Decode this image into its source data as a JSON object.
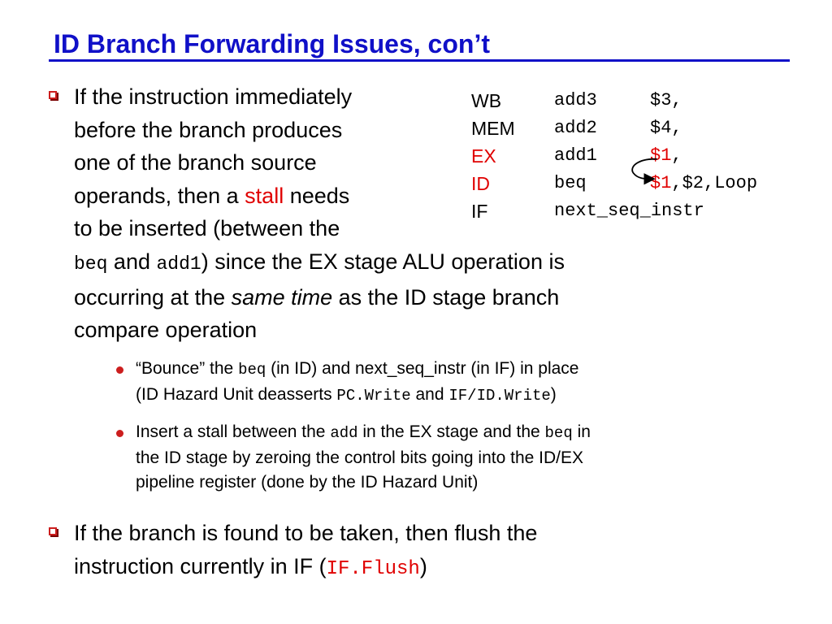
{
  "title": "ID Branch Forwarding Issues, con’t",
  "pipeline": [
    {
      "stage": "WB",
      "op": "add3",
      "args_red": "",
      "args": "$3,"
    },
    {
      "stage": "MEM",
      "op": "add2",
      "args_red": "",
      "args": "$4,"
    },
    {
      "stage": "EX",
      "op": "add1",
      "args_red": "$1",
      "args": ","
    },
    {
      "stage": "ID",
      "op": "beq",
      "args_red": "$1",
      "args": ",$2,Loop"
    },
    {
      "stage": "IF",
      "op": "next_seq_instr",
      "args_red": "",
      "args": ""
    }
  ],
  "colors": {
    "title": "#1010c8",
    "accent": "#e00000",
    "bullet": "#cc1e1e"
  },
  "bullet1": {
    "l1": "If the instruction immediately",
    "l2": "before the branch produces",
    "l3": "one of the branch source",
    "l4_pre": "operands, then a ",
    "l4_red": "stall",
    "l4_post": " needs",
    "l5": "to be inserted (between the",
    "l6_code1": "beq",
    "l6_mid": " and ",
    "l6_code2": "add1",
    "l6_post": ") since the EX stage ALU operation is",
    "l7_pre": "occurring at the ",
    "l7_italic": "same time",
    "l7_post": " as the ID stage branch",
    "l8": "compare operation"
  },
  "sub1": {
    "l1_pre": "“Bounce” the ",
    "l1_code": "beq",
    "l1_post": " (in ID) and next_seq_instr (in IF) in place",
    "l2_pre": "(ID Hazard Unit deasserts ",
    "l2_code1": "PC.Write",
    "l2_mid": " and ",
    "l2_code2": "IF/ID.Write",
    "l2_post": ")"
  },
  "sub2": {
    "l1_pre": "Insert a stall between the ",
    "l1_code1": "add",
    "l1_mid": " in the EX stage and the ",
    "l1_code2": "beq",
    "l1_post": " in",
    "l2": "the ID stage by zeroing the control bits going into the ID/EX",
    "l3": "pipeline register (done by the ID Hazard Unit)"
  },
  "bullet2": {
    "l1": "If the branch is found to be taken, then flush the",
    "l2_pre": "instruction currently in IF (",
    "l2_code": "IF.Flush",
    "l2_post": ")"
  }
}
